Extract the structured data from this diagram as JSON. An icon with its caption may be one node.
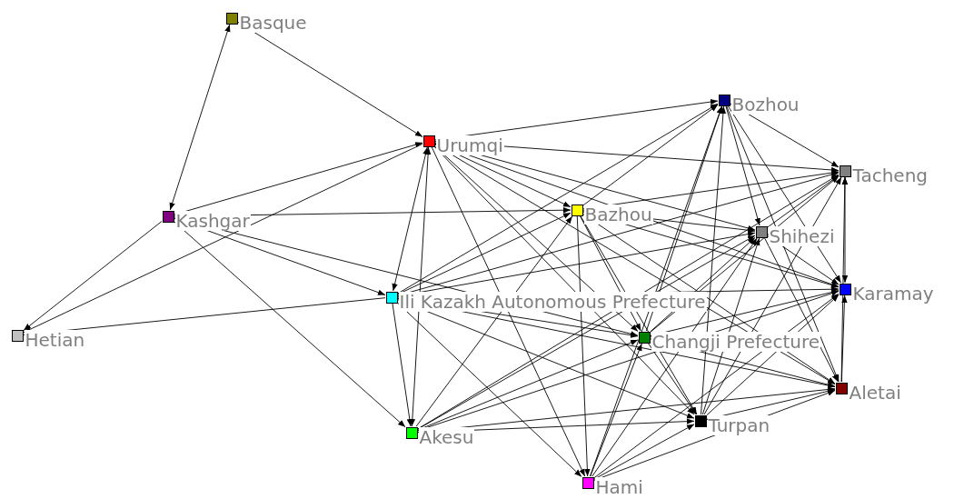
{
  "diagram": {
    "nodes": [
      {
        "text": [],
        "shape": "box",
        "beside": [
          "Basque"
        ]
      },
      {
        "text": [],
        "shape": "box",
        "beside": [
          "Bozhou"
        ]
      },
      {
        "text": [],
        "shape": "box",
        "beside": [
          "Urumqi"
        ]
      },
      {
        "text": [],
        "shape": "box",
        "beside": [
          "Tacheng"
        ]
      },
      {
        "text": [],
        "shape": "box",
        "beside": [
          "Bazhou"
        ]
      },
      {
        "text": [],
        "shape": "box",
        "beside": [
          "Kashgar"
        ]
      },
      {
        "text": [],
        "shape": "box",
        "beside": [
          "Shihezi"
        ]
      },
      {
        "text": [],
        "shape": "box",
        "beside": [
          "Karamay"
        ]
      },
      {
        "text": [],
        "shape": "box",
        "beside": [
          "Ili Kazakh Autonomous Prefecture"
        ]
      },
      {
        "text": [],
        "shape": "box",
        "beside": [
          "Hetian"
        ]
      },
      {
        "text": [],
        "shape": "box",
        "beside": [
          "Changji Prefecture"
        ]
      },
      {
        "text": [],
        "shape": "box",
        "beside": [
          "Aletai"
        ]
      },
      {
        "text": [],
        "shape": "box",
        "beside": [
          "Turpan"
        ]
      },
      {
        "text": [],
        "shape": "box",
        "beside": [
          "Akesu"
        ]
      },
      {
        "text": [],
        "shape": "box",
        "beside": [
          "Hami"
        ]
      }
    ],
    "edges": [
      {
        "from": 0,
        "to": 5,
        "arrow": "both"
      },
      {
        "from": 0,
        "to": 2,
        "arrow": "to"
      },
      {
        "from": 5,
        "to": 2,
        "arrow": "to"
      },
      {
        "from": 5,
        "to": 4,
        "arrow": "to"
      },
      {
        "from": 5,
        "to": 8,
        "arrow": "to"
      },
      {
        "from": 5,
        "to": 13,
        "arrow": "to"
      },
      {
        "from": 5,
        "to": 10,
        "arrow": "to"
      },
      {
        "from": 5,
        "to": 9,
        "arrow": "to"
      },
      {
        "from": 2,
        "to": 9,
        "arrow": "to"
      },
      {
        "from": 8,
        "to": 9,
        "arrow": "to"
      },
      {
        "from": 2,
        "to": 1,
        "arrow": "to"
      },
      {
        "from": 2,
        "to": 3,
        "arrow": "to"
      },
      {
        "from": 2,
        "to": 4,
        "arrow": "to"
      },
      {
        "from": 2,
        "to": 6,
        "arrow": "to"
      },
      {
        "from": 2,
        "to": 7,
        "arrow": "to"
      },
      {
        "from": 2,
        "to": 10,
        "arrow": "to"
      },
      {
        "from": 2,
        "to": 12,
        "arrow": "to"
      },
      {
        "from": 2,
        "to": 13,
        "arrow": "both"
      },
      {
        "from": 2,
        "to": 8,
        "arrow": "both"
      },
      {
        "from": 2,
        "to": 11,
        "arrow": "to"
      },
      {
        "from": 2,
        "to": 14,
        "arrow": "to"
      },
      {
        "from": 8,
        "to": 13,
        "arrow": "to"
      },
      {
        "from": 8,
        "to": 1,
        "arrow": "to"
      },
      {
        "from": 8,
        "to": 3,
        "arrow": "to"
      },
      {
        "from": 8,
        "to": 4,
        "arrow": "to"
      },
      {
        "from": 8,
        "to": 6,
        "arrow": "to"
      },
      {
        "from": 8,
        "to": 7,
        "arrow": "to"
      },
      {
        "from": 8,
        "to": 10,
        "arrow": "to"
      },
      {
        "from": 8,
        "to": 12,
        "arrow": "to"
      },
      {
        "from": 8,
        "to": 14,
        "arrow": "to"
      },
      {
        "from": 8,
        "to": 11,
        "arrow": "to"
      },
      {
        "from": 13,
        "to": 4,
        "arrow": "to"
      },
      {
        "from": 13,
        "to": 6,
        "arrow": "to"
      },
      {
        "from": 13,
        "to": 10,
        "arrow": "to"
      },
      {
        "from": 13,
        "to": 12,
        "arrow": "to"
      },
      {
        "from": 13,
        "to": 11,
        "arrow": "to"
      },
      {
        "from": 13,
        "to": 7,
        "arrow": "to"
      },
      {
        "from": 13,
        "to": 3,
        "arrow": "to"
      },
      {
        "from": 4,
        "to": 6,
        "arrow": "to"
      },
      {
        "from": 4,
        "to": 7,
        "arrow": "to"
      },
      {
        "from": 4,
        "to": 10,
        "arrow": "to"
      },
      {
        "from": 4,
        "to": 12,
        "arrow": "to"
      },
      {
        "from": 4,
        "to": 14,
        "arrow": "to"
      },
      {
        "from": 4,
        "to": 11,
        "arrow": "to"
      },
      {
        "from": 4,
        "to": 1,
        "arrow": "to"
      },
      {
        "from": 4,
        "to": 3,
        "arrow": "to"
      },
      {
        "from": 1,
        "to": 3,
        "arrow": "to"
      },
      {
        "from": 1,
        "to": 6,
        "arrow": "to"
      },
      {
        "from": 1,
        "to": 7,
        "arrow": "to"
      },
      {
        "from": 1,
        "to": 11,
        "arrow": "to"
      },
      {
        "from": 10,
        "to": 1,
        "arrow": "to"
      },
      {
        "from": 12,
        "to": 1,
        "arrow": "to"
      },
      {
        "from": 14,
        "to": 1,
        "arrow": "to"
      },
      {
        "from": 6,
        "to": 3,
        "arrow": "to"
      },
      {
        "from": 6,
        "to": 7,
        "arrow": "to"
      },
      {
        "from": 6,
        "to": 11,
        "arrow": "to"
      },
      {
        "from": 10,
        "to": 6,
        "arrow": "to"
      },
      {
        "from": 12,
        "to": 6,
        "arrow": "to"
      },
      {
        "from": 14,
        "to": 6,
        "arrow": "to"
      },
      {
        "from": 7,
        "to": 3,
        "arrow": "both"
      },
      {
        "from": 10,
        "to": 3,
        "arrow": "to"
      },
      {
        "from": 11,
        "to": 3,
        "arrow": "to"
      },
      {
        "from": 12,
        "to": 3,
        "arrow": "to"
      },
      {
        "from": 10,
        "to": 7,
        "arrow": "to"
      },
      {
        "from": 11,
        "to": 7,
        "arrow": "to"
      },
      {
        "from": 12,
        "to": 7,
        "arrow": "to"
      },
      {
        "from": 14,
        "to": 7,
        "arrow": "to"
      },
      {
        "from": 10,
        "to": 11,
        "arrow": "to"
      },
      {
        "from": 10,
        "to": 12,
        "arrow": "to"
      },
      {
        "from": 14,
        "to": 10,
        "arrow": "to"
      },
      {
        "from": 12,
        "to": 11,
        "arrow": "to"
      },
      {
        "from": 14,
        "to": 12,
        "arrow": "to"
      },
      {
        "from": 14,
        "to": 11,
        "arrow": "to"
      }
    ]
  }
}
